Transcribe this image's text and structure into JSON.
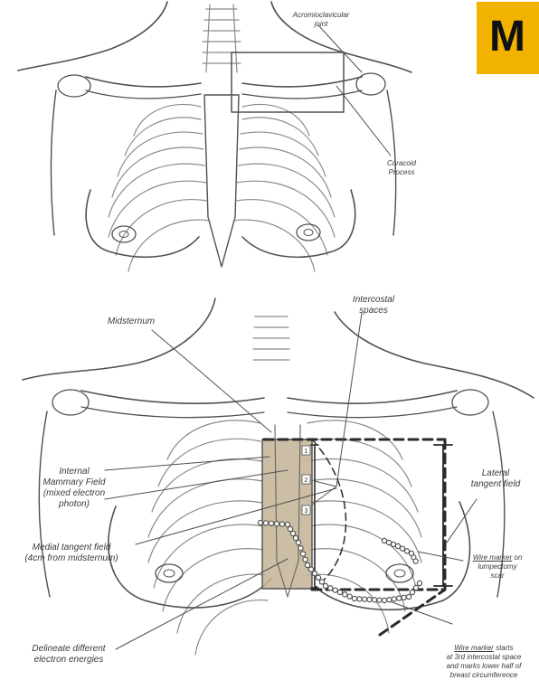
{
  "colors": {
    "line": "#505050",
    "rib": "#8a8a8a",
    "shaded_field": "#c2b394",
    "badge": "#f1b300",
    "marker": "#555555"
  },
  "top_panel": {
    "acromioclavicular_label": [
      "Acromioclavicular",
      "joint"
    ],
    "coracoid_label": [
      "Coracoid",
      "Process"
    ]
  },
  "badge": {
    "letter": "M"
  },
  "bottom_panel": {
    "intercostal_label": [
      "Intercostal",
      "spaces"
    ],
    "midsternum_label": "Midsternum",
    "internal_mammary_label": [
      "Internal",
      "Mammary Field",
      "(mixed electron",
      "photon)"
    ],
    "medial_tangent_label": [
      "Medial tangent field",
      "(4cm from midsternum)"
    ],
    "lateral_tangent_label": [
      "Lateral",
      "tangent field"
    ],
    "wire_marker_scar_label": [
      "Wire marker on",
      "lumpectomy",
      "scar"
    ],
    "wire_marker_scar_underlined": "Wire marker",
    "delineate_label": [
      "Delineate different",
      "electron energies"
    ],
    "wire_marker_starts_label": [
      "Wire marker starts",
      "at 3rd intercostal space",
      "and marks lower half of",
      "breast circumference"
    ],
    "wire_marker_starts_underlined": "Wire marker",
    "intercostal_numbers": [
      "1",
      "2",
      "3"
    ]
  }
}
